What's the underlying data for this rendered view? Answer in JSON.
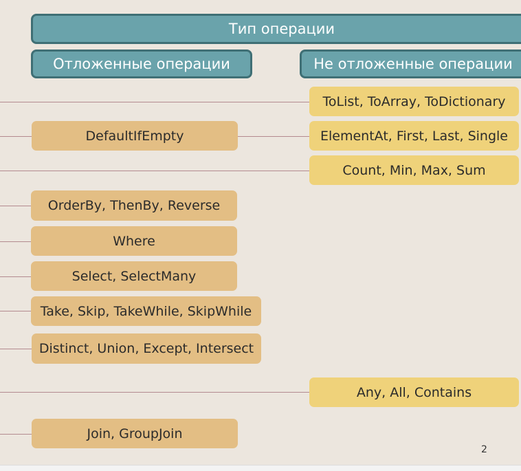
{
  "header": {
    "title": "Тип операции",
    "deferred_title": "Отложенные операции",
    "immediate_title": "Не отложенные операции"
  },
  "rows": {
    "to_list": "ToList, ToArray, ToDictionary",
    "default_if_empty": "DefaultIfEmpty",
    "element_at": "ElementAt, First, Last, Single",
    "count": "Count, Min, Max, Sum",
    "order_by": "OrderBy, ThenBy, Reverse",
    "where": "Where",
    "select": "Select, SelectMany",
    "take": "Take, Skip, TakeWhile, SkipWhile",
    "distinct": "Distinct, Union, Except, Intersect",
    "any": "Any, All, Contains",
    "join": "Join, GroupJoin"
  },
  "page_number": "2",
  "colors": {
    "background": "#ece6de",
    "header_fill": "#6aa3ab",
    "header_border": "#3f6f75",
    "deferred_fill": "#e3be84",
    "immediate_fill": "#efd27a",
    "connector": "#b38a8f"
  }
}
